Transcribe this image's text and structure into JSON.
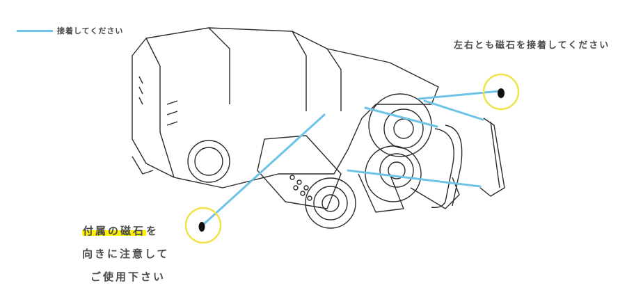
{
  "legend": {
    "line_color": "#6cc3e6",
    "label": "接着してください"
  },
  "right_note": "左右とも磁石を接着してください",
  "left_note": {
    "highlight": "付属の磁石",
    "after_highlight": "を",
    "line2": "向きに注意して",
    "line3": "ご使用下さい",
    "highlight_color": "#fff000"
  },
  "colors": {
    "guide_line": "#6cc3e6",
    "circle_outline": "#f0e24a",
    "magnet": "#111111",
    "device_stroke": "#2a2a2a"
  }
}
